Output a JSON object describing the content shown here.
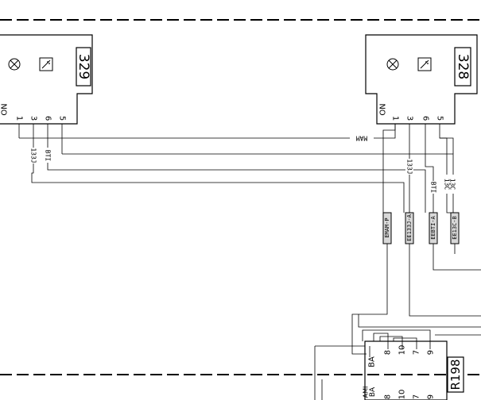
{
  "modules": {
    "left": {
      "id": "329",
      "pins": [
        "NO",
        "1",
        "3",
        "6",
        "5"
      ],
      "lamp_icon": "lamp-cross-icon",
      "switch_icon": "switch-diagonal-icon"
    },
    "right": {
      "id": "328",
      "pins": [
        "NO",
        "1",
        "3",
        "6",
        "5"
      ],
      "lamp_icon": "lamp-cross-icon",
      "switch_icon": "switch-diagonal-icon"
    }
  },
  "wire_labels": {
    "left_1331": "133J",
    "left_bti": "BTI",
    "mam": "MAM",
    "right_1331": "133J",
    "right_bti": "BTI",
    "right_13c_a": "13C",
    "right_13c_b": "13C"
  },
  "connectors": [
    {
      "label": "EMAM-P"
    },
    {
      "label": "EE133J-A"
    },
    {
      "label": "EEBTI-A"
    },
    {
      "label": "EE13C-B"
    }
  ],
  "bottom_block": {
    "id": "R198",
    "pins_top": [
      "8",
      "10",
      "7",
      "9"
    ],
    "pins_bottom": [
      "8",
      "10",
      "7",
      "9"
    ],
    "ba_label": "BA",
    "ba_label_lower": "BA",
    "ami_label": "AMI"
  },
  "colors": {
    "line": "#000000",
    "connector_fill": "#d8d8d8",
    "background": "#ffffff"
  }
}
